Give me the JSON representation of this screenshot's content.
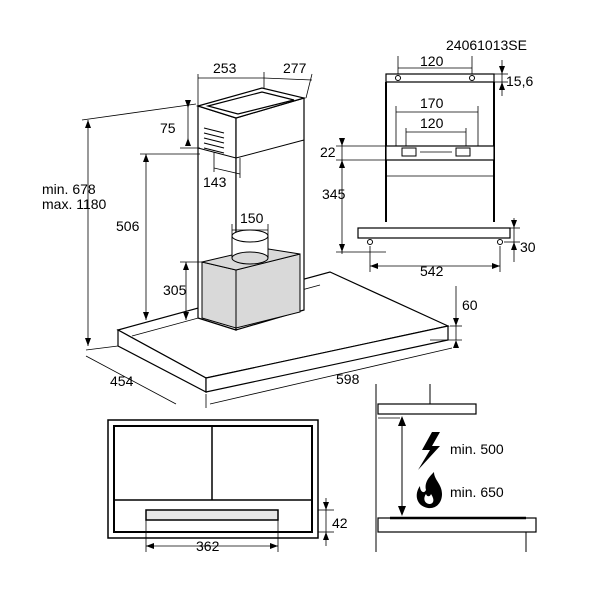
{
  "model_code": "24061013SE",
  "main_view": {
    "chimney_width": "253",
    "chimney_depth": "277",
    "vent_offset": "75",
    "vent_depth": "143",
    "height_range_min": "min. 678",
    "height_range_max": "max. 1180",
    "chimney_height": "506",
    "outlet_diameter": "150",
    "motor_height": "305",
    "canopy_thickness": "60",
    "canopy_depth": "454",
    "canopy_width": "598"
  },
  "bracket_view": {
    "top_spacing": "120",
    "top_offset": "15,6",
    "inner_width": "170",
    "inner_spacing": "120",
    "bracket_offset": "22",
    "bracket_height": "345",
    "bottom_offset": "30",
    "bottom_spacing": "542"
  },
  "bottom_view": {
    "filter_height": "42",
    "filter_width": "362"
  },
  "clearance_view": {
    "electric_min": "min. 500",
    "gas_min": "min. 650",
    "electric_icon": "lightning-icon",
    "gas_icon": "flame-icon"
  }
}
